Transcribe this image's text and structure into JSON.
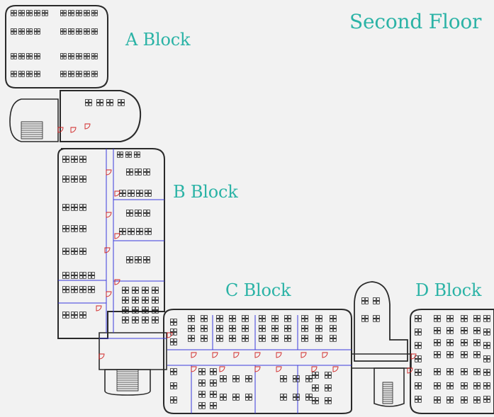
{
  "floor_title": "Second Floor",
  "blocks": [
    {
      "id": "a",
      "label": "A Block"
    },
    {
      "id": "b",
      "label": "B Block"
    },
    {
      "id": "c",
      "label": "C Block"
    },
    {
      "id": "d",
      "label": "D Block"
    }
  ],
  "colors": {
    "label": "#2bb3a6",
    "background": "#f2f2f2",
    "walls": "#2a2a2a",
    "partitions": "#3a3adc",
    "doors": "#d02020",
    "furniture": "#111111"
  }
}
